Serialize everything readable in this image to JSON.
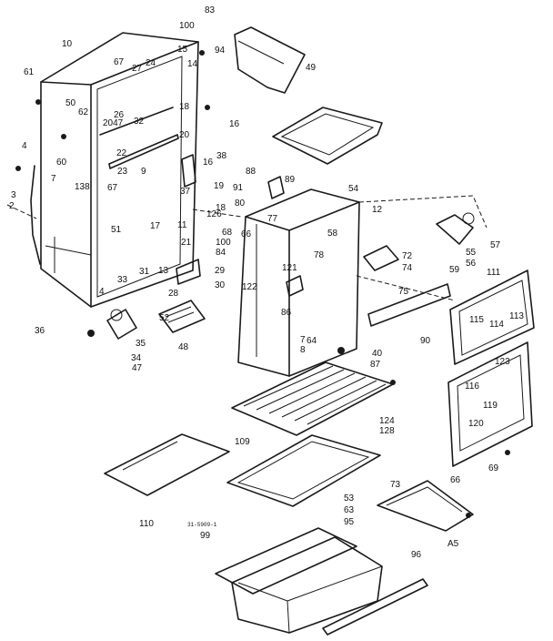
{
  "labels": [
    "100",
    "83",
    "10",
    "15",
    "94",
    "49",
    "61",
    "67",
    "27",
    "24",
    "14",
    "50",
    "62",
    "26",
    "32",
    "18",
    "16",
    "2047",
    "4",
    "60",
    "22",
    "20",
    "38",
    "88",
    "89",
    "23",
    "9",
    "16",
    "7",
    "138",
    "67",
    "19",
    "91",
    "54",
    "3",
    "37",
    "80",
    "12",
    "2",
    "51",
    "17",
    "11",
    "126",
    "18",
    "77",
    "58",
    "68",
    "66",
    "21",
    "100",
    "84",
    "78",
    "72",
    "57",
    "121",
    "55",
    "56",
    "74",
    "33",
    "31",
    "13",
    "28",
    "29",
    "59",
    "111",
    "4",
    "122",
    "75",
    "30",
    "52",
    "115",
    "114",
    "113",
    "86",
    "90",
    "36",
    "48",
    "35",
    "34",
    "47",
    "7",
    "8",
    "64",
    "40",
    "87",
    "123",
    "116",
    "119",
    "124",
    "128",
    "120",
    "109",
    "69",
    "73",
    "66",
    "53",
    "63",
    "95",
    "A5",
    "110",
    "99",
    "96"
  ],
  "caption": "31-5909-1"
}
